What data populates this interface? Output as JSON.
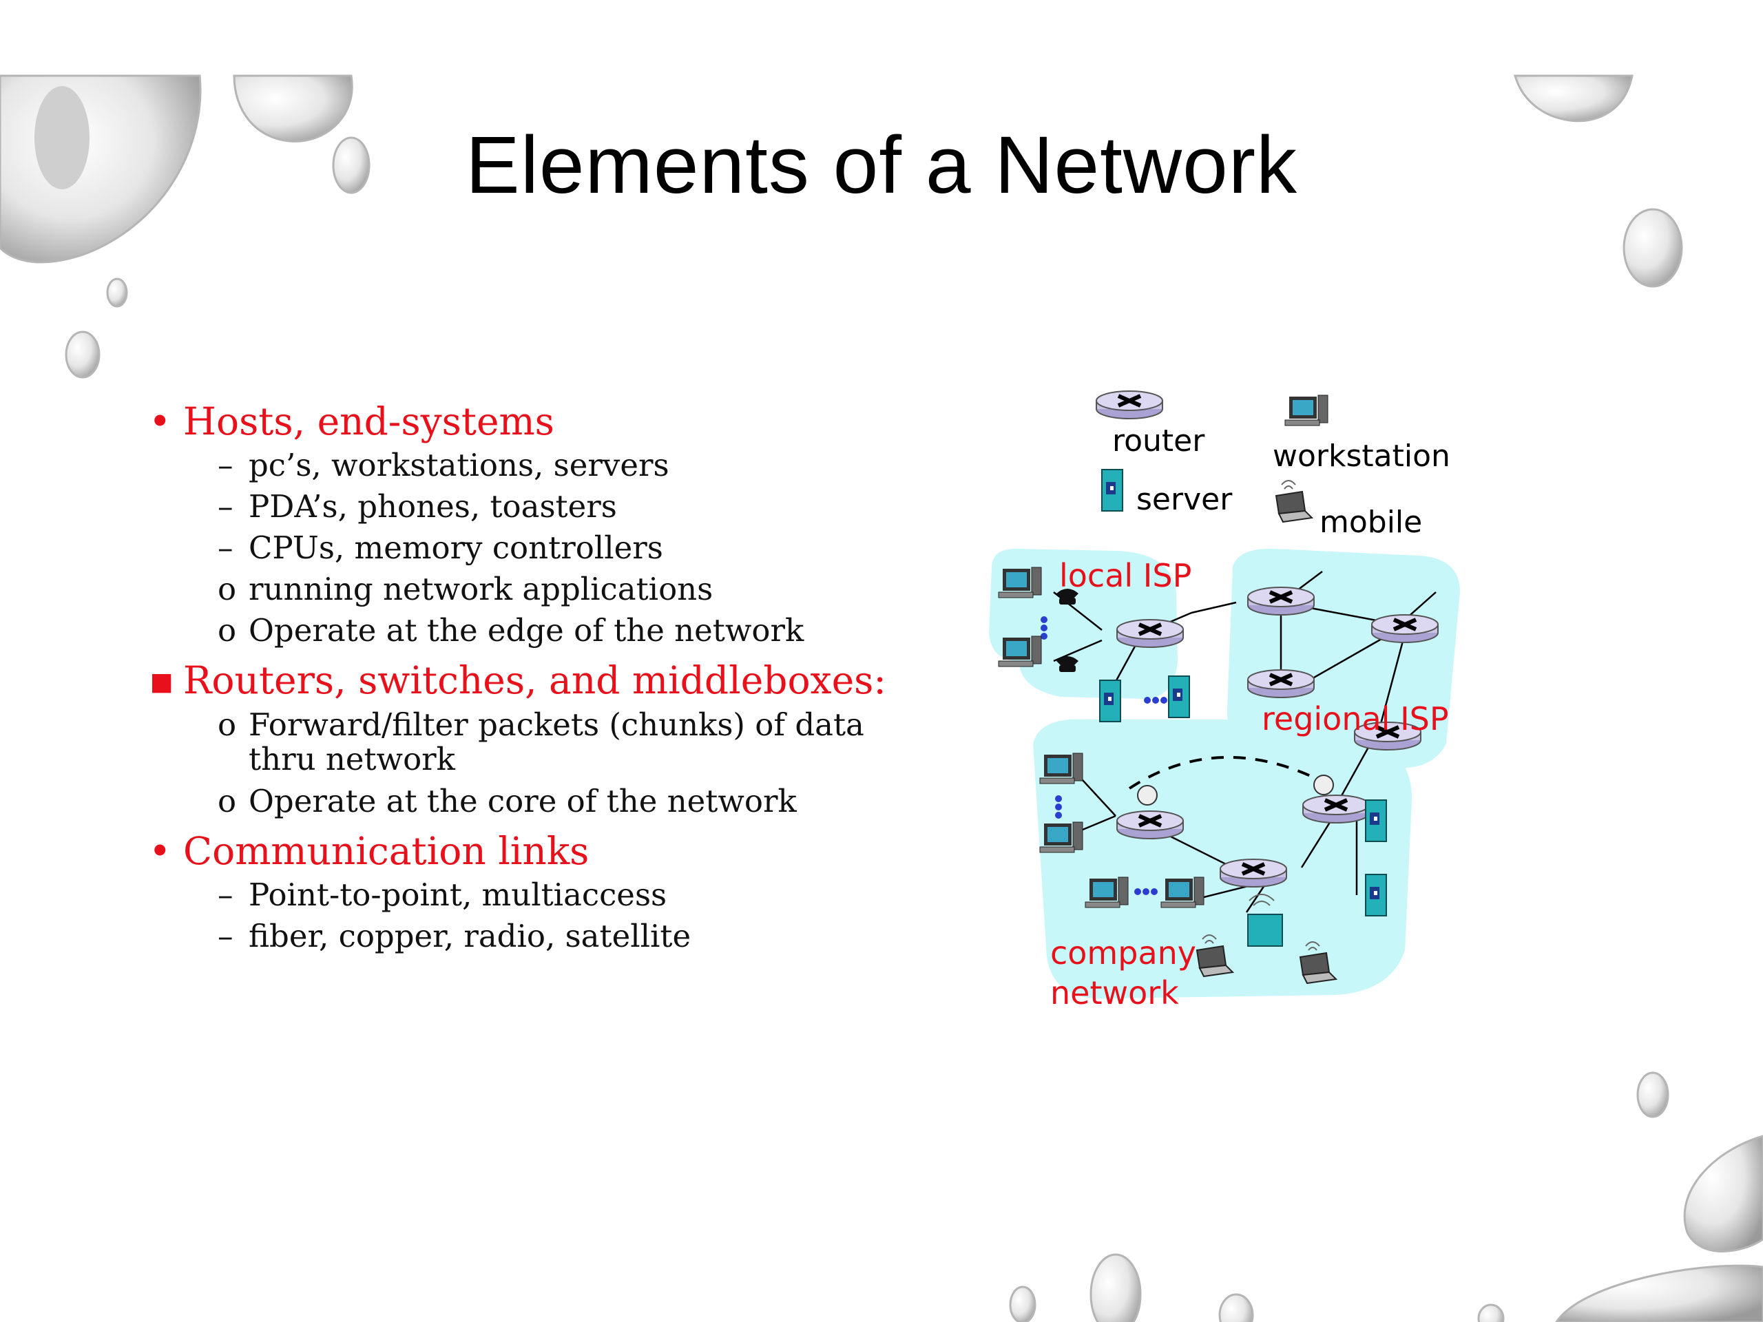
{
  "slide": {
    "title": "Elements of a Network",
    "bullets": [
      {
        "marker": "•",
        "text": "Hosts, end-systems",
        "children": [
          {
            "marker": "–",
            "text": "pc’s, workstations, servers"
          },
          {
            "marker": "–",
            "text": "PDA’s, phones, toasters"
          },
          {
            "marker": "–",
            "text": "CPUs, memory controllers"
          },
          {
            "marker": "o",
            "text": "running network applications"
          },
          {
            "marker": "o",
            "text": "Operate at the edge of the network"
          }
        ]
      },
      {
        "marker": "▪",
        "text": "Routers, switches, and middleboxes:",
        "children": [
          {
            "marker": "o",
            "text": "Forward/filter packets (chunks) of data",
            "text2": "thru network"
          },
          {
            "marker": "o",
            "text": "Operate at the core of the network"
          }
        ]
      },
      {
        "marker": "•",
        "text": "Communication links",
        "children": [
          {
            "marker": "–",
            "text": "Point-to-point, multiaccess"
          },
          {
            "marker": "–",
            "text": "fiber, copper, radio, satellite"
          }
        ]
      }
    ]
  },
  "diagram": {
    "legend": {
      "router": "router",
      "workstation": "workstation",
      "server": "server",
      "mobile": "mobile"
    },
    "regions": {
      "local_isp": "local ISP",
      "regional_isp": "regional ISP",
      "company_line1": "company",
      "company_line2": "network"
    }
  },
  "colors": {
    "accent_red": "#e8101a",
    "region_fill": "#c8f7fa",
    "router_fill": "#c9c3e6",
    "server_fill": "#24b0b8"
  }
}
